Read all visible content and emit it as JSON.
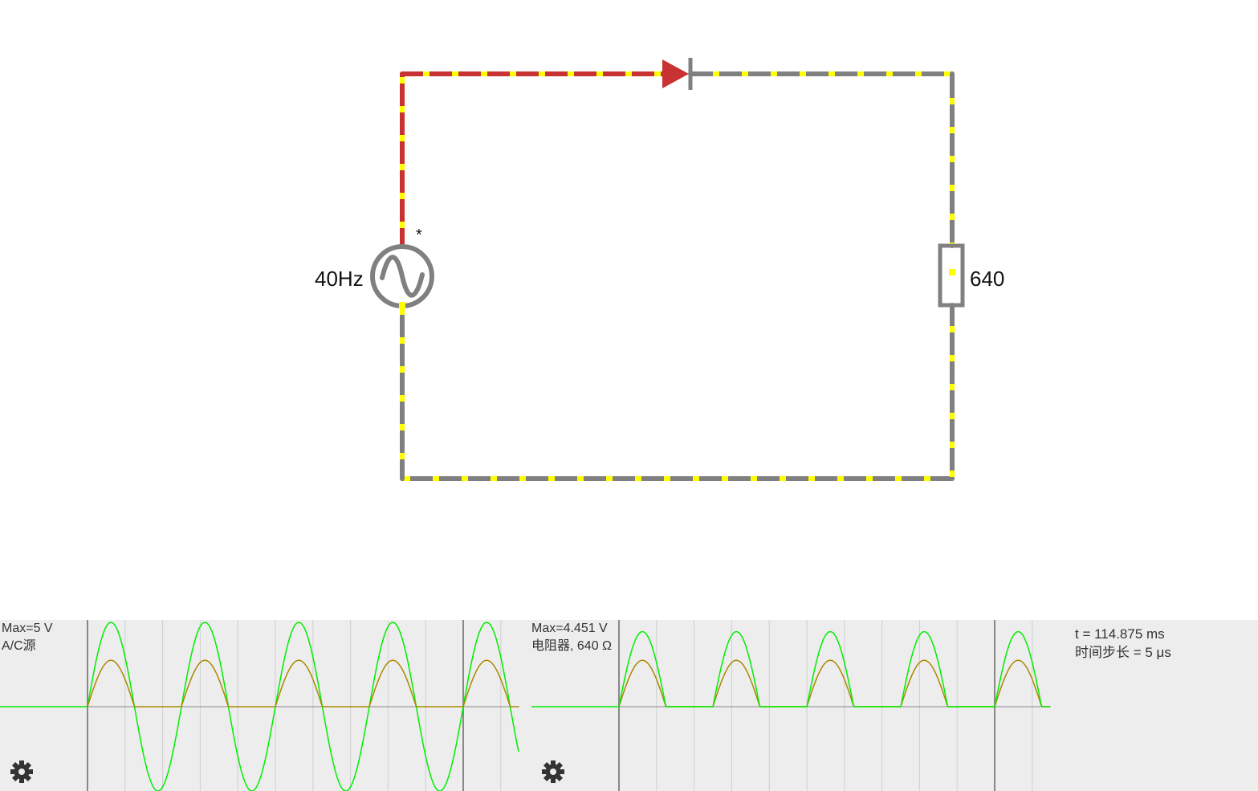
{
  "circuit": {
    "source_label": "40Hz",
    "source_marker": "*",
    "resistor_label": "640",
    "colors": {
      "wire": "#808080",
      "active_wire": "#c83232",
      "current_dots": "#ffff00"
    }
  },
  "scopes": [
    {
      "max_label": "Max=5 V",
      "name_label": "A/C源",
      "settings_icon": "gear-icon",
      "waveform": "full-sine",
      "colors": {
        "voltage": "#00ee00",
        "current": "#aa8800",
        "grid": "#cfcfcf",
        "axis": "#888888"
      }
    },
    {
      "max_label": "Max=4.451 V",
      "name_label": "电阻器, 640 Ω",
      "settings_icon": "gear-icon",
      "waveform": "half-wave-rectified",
      "colors": {
        "voltage": "#00ee00",
        "current": "#aa8800",
        "grid": "#cfcfcf",
        "axis": "#888888"
      }
    }
  ],
  "info": {
    "time": "t = 114.875 ms",
    "timestep": "时间步长 = 5 μs"
  }
}
